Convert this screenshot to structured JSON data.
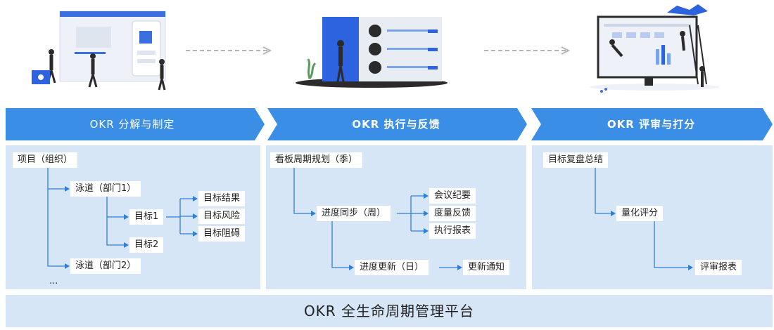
{
  "stages": [
    {
      "title": "OKR 分解与制定"
    },
    {
      "title": "OKR 执行与反馈"
    },
    {
      "title": "OKR 评审与打分"
    }
  ],
  "panel1": {
    "project": "项目（组织）",
    "lane1": "泳道（部门1）",
    "goal1": "目标1",
    "goal2": "目标2",
    "result": "目标结果",
    "risk": "目标风险",
    "block": "目标阻碍",
    "lane2": "泳道（部门2）",
    "more": "..."
  },
  "panel2": {
    "plan": "看板周期规划（季）",
    "sync": "进度同步（周）",
    "meeting": "会议纪要",
    "feedback": "度量反馈",
    "report": "执行报表",
    "daily": "进度更新（日）",
    "notify": "更新通知"
  },
  "panel3": {
    "review": "目标复盘总结",
    "score": "量化评分",
    "report": "评审报表"
  },
  "platform": "OKR 全生命周期管理平台",
  "colors": {
    "banner_blue": "#3a8ee6",
    "panel_bg": "#d6e6f7",
    "line": "#2f7fd6",
    "illus_blue": "#2e63e0"
  }
}
